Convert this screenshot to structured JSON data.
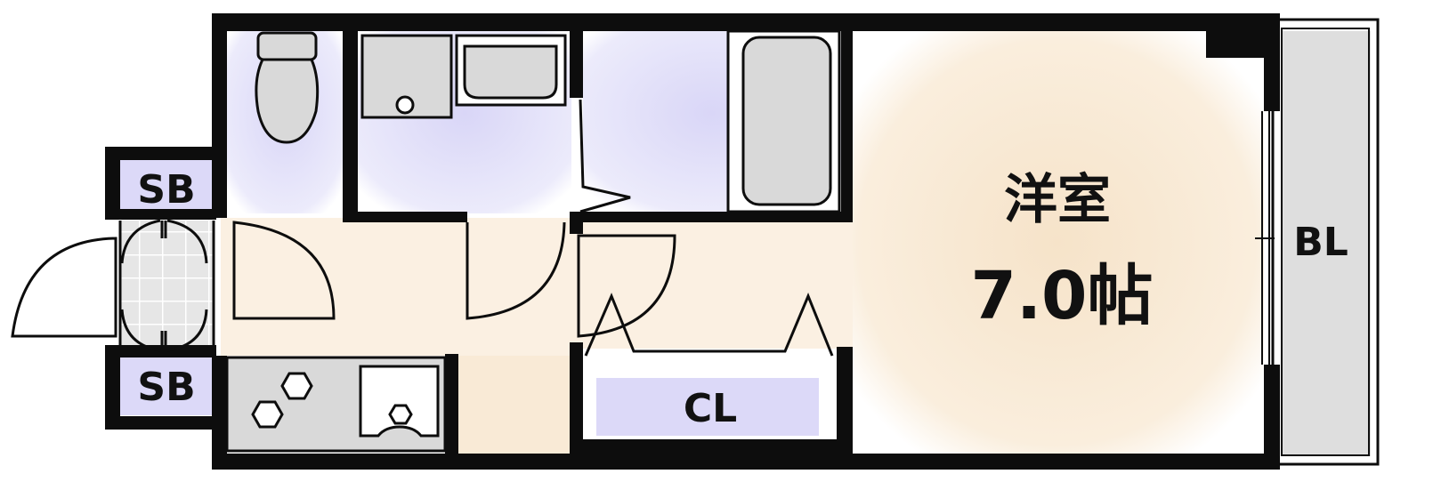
{
  "floor_plan": {
    "room_main": {
      "name": "洋室",
      "size": "7.0帖"
    },
    "balcony": {
      "label": "BL"
    },
    "closet": {
      "label": "CL"
    },
    "shoebox_top": {
      "label": "SB"
    },
    "shoebox_bottom": {
      "label": "SB"
    }
  },
  "colors": {
    "wall": "#0d0d0d",
    "wet_area": "#d9d6f7",
    "floor_wood": "#f6e3c9",
    "fixture_gray": "#d9d9d9",
    "entrance_tile": "#e6e6e6",
    "background": "#ffffff"
  }
}
